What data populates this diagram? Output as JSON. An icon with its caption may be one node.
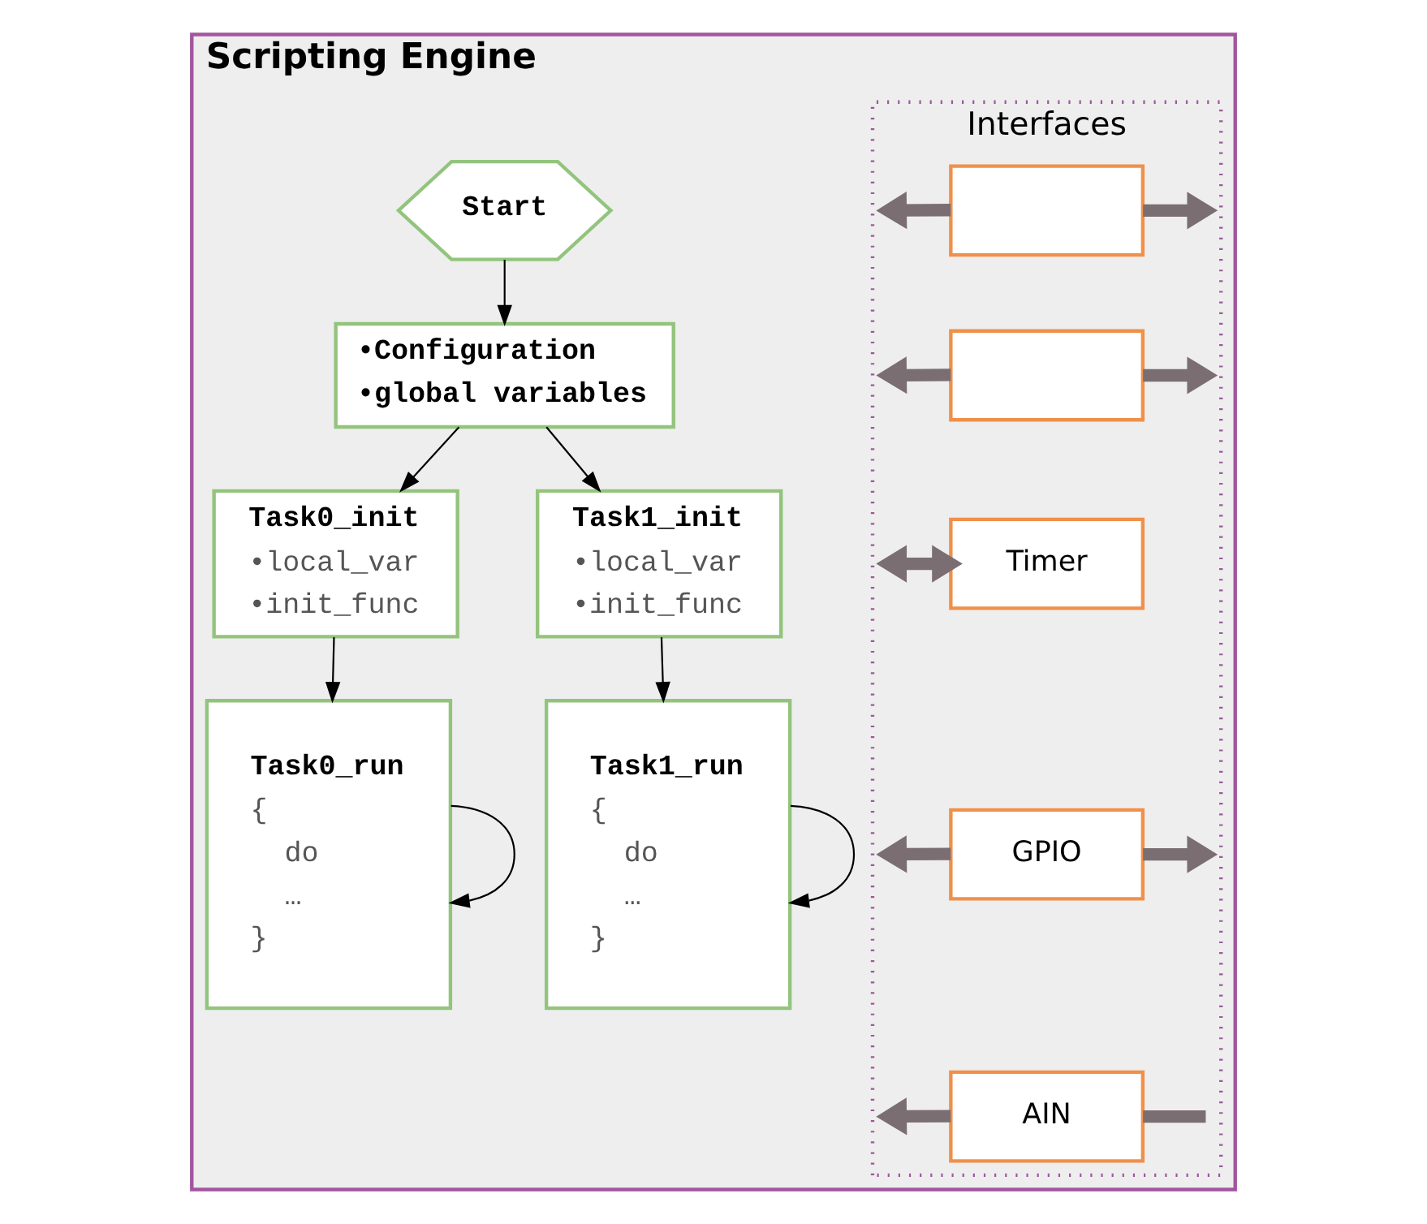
{
  "diagram": {
    "nodes": [
      {
        "text": [
          "Scripting Engine"
        ]
      },
      {
        "text": [
          "Start"
        ],
        "in": 0
      },
      {
        "text": [
          "•Configuration",
          "•global variables"
        ],
        "in": 0
      },
      {
        "text": [
          "Task0_init",
          "•local_var",
          "•init_func"
        ],
        "in": 0
      },
      {
        "text": [
          "Task1_init",
          "•local_var",
          "•init_func"
        ],
        "in": 0
      },
      {
        "text": [
          "Task0_run",
          "{",
          "do",
          "…",
          "}"
        ],
        "in": 0
      },
      {
        "text": [
          "Task1_run",
          "{",
          "do",
          "…",
          "}"
        ],
        "in": 0
      },
      {
        "text": [
          "Interfaces"
        ],
        "in": 0
      },
      {
        "text": [],
        "shape": "box",
        "in": 7
      },
      {
        "text": [],
        "shape": "box",
        "in": 7
      },
      {
        "text": [
          "Timer"
        ],
        "in": 7
      },
      {
        "text": [
          "GPIO"
        ],
        "in": 7
      },
      {
        "text": [
          "AIN"
        ],
        "in": 7
      }
    ],
    "edges": [
      {
        "from": 1,
        "to": 2,
        "arrow": "to",
        "color": "#000000"
      },
      {
        "from": 2,
        "to": 3,
        "arrow": "to",
        "color": "#000000"
      },
      {
        "from": 2,
        "to": 4,
        "arrow": "to",
        "color": "#000000"
      },
      {
        "from": 3,
        "to": 5,
        "arrow": "to",
        "color": "#000000"
      },
      {
        "from": 4,
        "to": 6,
        "arrow": "to",
        "color": "#000000"
      },
      {
        "from": 5,
        "to": 5,
        "arrow": "to",
        "color": "#000000"
      },
      {
        "from": 6,
        "to": 6,
        "arrow": "to",
        "color": "#000000"
      },
      {
        "from": 8,
        "to": null,
        "arrow": "to",
        "color": "#7a6e72"
      },
      {
        "from": 8,
        "to": null,
        "arrow": "to",
        "color": "#7a6e72"
      },
      {
        "from": 9,
        "to": null,
        "arrow": "to",
        "color": "#7a6e72"
      },
      {
        "from": 9,
        "to": null,
        "arrow": "to",
        "color": "#7a6e72"
      },
      {
        "from": null,
        "to": 10,
        "arrow": "both",
        "color": "#7a6e72"
      },
      {
        "from": 11,
        "to": null,
        "arrow": "to",
        "color": "#7a6e72"
      },
      {
        "from": 11,
        "to": null,
        "arrow": "to",
        "color": "#7a6e72"
      },
      {
        "from": 12,
        "to": null,
        "arrow": "none",
        "color": "#7a6e72"
      },
      {
        "from": 12,
        "to": null,
        "arrow": "to",
        "color": "#7a6e72"
      }
    ]
  }
}
